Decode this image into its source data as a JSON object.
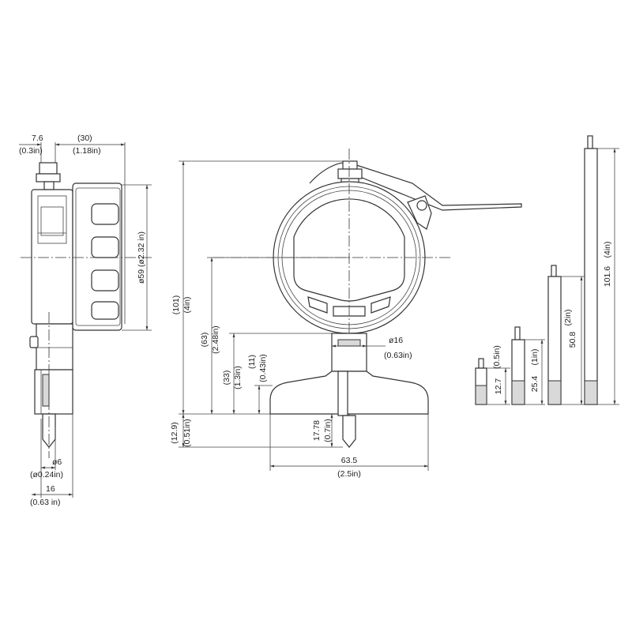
{
  "side_view": {
    "dim_stem_offset": "7.6",
    "dim_stem_offset_in": "(0.3in)",
    "dim_depth": "(30)",
    "dim_depth_in": "(1.18in)",
    "dim_diameter": "ø59 (ø2.32 in)",
    "dim_spindle_dia": "ø6",
    "dim_spindle_dia_in": "(ø0.24in)",
    "dim_base_width": "16",
    "dim_base_width_in": "(0.63 in)"
  },
  "front_view": {
    "dim_total_height": "(101)",
    "dim_total_height_in": "(4in)",
    "dim_center_height": "(63)",
    "dim_center_height_in": "(2.48in)",
    "dim_stem_height": "(33)",
    "dim_stem_height_in": "(1.3in)",
    "dim_base_height": "(11)",
    "dim_base_height_in": "(0.43in)",
    "dim_tip": "(12.9)",
    "dim_tip_in": "(0.51in)",
    "dim_stem_dia": "ø16",
    "dim_stem_dia_in": "(0.63in)",
    "dim_stroke": "17.78",
    "dim_stroke_in": "(0.7in)",
    "dim_base_length": "63.5",
    "dim_base_length_in": "(2.5in)"
  },
  "extension_rods": [
    {
      "length": "12.7",
      "length_in": "(0.5in)"
    },
    {
      "length": "25.4",
      "length_in": "(1in)"
    },
    {
      "length": "50.8",
      "length_in": "(2in)"
    },
    {
      "length": "101.6",
      "length_in": "(4in)"
    }
  ]
}
